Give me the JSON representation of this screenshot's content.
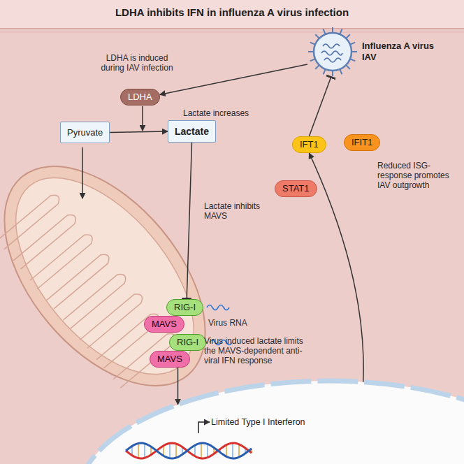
{
  "diagram": {
    "title": "LDHA inhibits IFN in influenza A virus infection",
    "nodes": [
      {
        "text": [
          "Influenza A virus IAV"
        ]
      },
      {
        "text": [
          "LDHA"
        ]
      },
      {
        "text": [
          "Pyruvate"
        ]
      },
      {
        "text": [
          "Lactate"
        ]
      },
      {
        "text": [
          "IFIT1"
        ]
      },
      {
        "text": [
          "IFT1"
        ]
      },
      {
        "text": [
          "STAT1"
        ]
      },
      {
        "text": [
          "RIG-I"
        ]
      },
      {
        "text": [
          "MAVS"
        ]
      },
      {
        "text": [
          "RIG-I"
        ]
      },
      {
        "text": [
          "MAVS"
        ]
      },
      {
        "text": [
          "Limited Type I Interferon"
        ]
      }
    ],
    "edges": [
      {
        "from": 0,
        "to": 1,
        "arrow": "to"
      },
      {
        "from": 2,
        "to": 3,
        "arrow": "to"
      },
      {
        "from": 3,
        "to": 7,
        "label": "Lactate inhibits MAVS",
        "arrow": "to"
      },
      {
        "from": 5,
        "to": 0,
        "arrow": "to"
      },
      {
        "from": 11,
        "to": 5,
        "label": "Reduced ISG-response promotes IAV outgrowth",
        "arrow": "to"
      },
      {
        "from": 10,
        "to": 11,
        "label": "Virus induced lactate limits the MAVS-dependent anti-viral IFN response",
        "arrow": "to"
      }
    ],
    "labels": [
      "LDHA is induced during IAV infection",
      "Lactate increases",
      "Virus RNA"
    ]
  }
}
